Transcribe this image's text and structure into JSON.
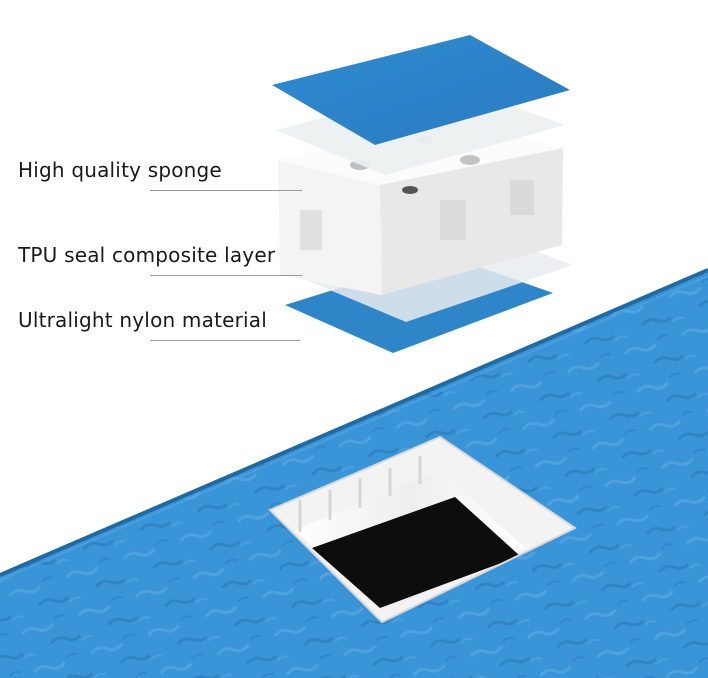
{
  "labels": {
    "sponge": "High quality sponge",
    "tpu": "TPU seal composite layer",
    "nylon": "Ultralight nylon material"
  },
  "colors": {
    "nylon_blue": "#2e86c9",
    "mat_blue": "#3a94d8",
    "mat_blue_dark": "#2a79b8",
    "sponge_white": "#f7f7f7",
    "film_gray": "#e9ecef",
    "hole_dark": "#0d0d0d"
  }
}
